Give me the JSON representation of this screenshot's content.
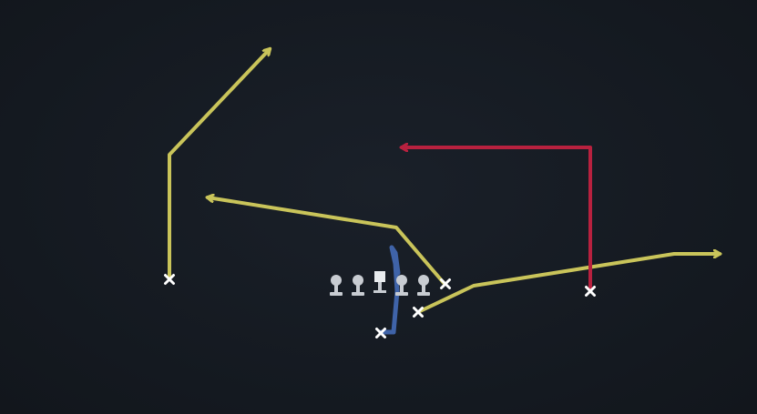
{
  "diagram": {
    "type": "football-play-diagram",
    "colors": {
      "background": "#151a21",
      "primary_route": "#c9c45a",
      "highlight_route": "#b8213f",
      "motion_route": "#3f63a8",
      "player_marker": "#ffffff",
      "lineman": "#c8ccd2"
    },
    "player_marker_icon": "x-mark-icon",
    "lineman_icon": "lineman-icon",
    "center_icon": "center-square-icon",
    "routes": [
      {
        "name": "wide-receiver-left-route",
        "color_key": "primary_route",
        "arrow": true
      },
      {
        "name": "slot-receiver-crossing-route",
        "color_key": "primary_route",
        "arrow": true
      },
      {
        "name": "tight-end-flat-route",
        "color_key": "primary_route",
        "arrow": true
      },
      {
        "name": "receiver-right-comeback-route",
        "color_key": "highlight_route",
        "arrow": true
      },
      {
        "name": "quarterback-motion-route",
        "color_key": "motion_route",
        "arrow": false
      }
    ],
    "players": [
      {
        "name": "wide-receiver-left"
      },
      {
        "name": "slot-receiver"
      },
      {
        "name": "tight-end"
      },
      {
        "name": "receiver-right"
      },
      {
        "name": "quarterback"
      }
    ],
    "offensive_line": [
      {
        "name": "left-tackle",
        "shape": "lineman"
      },
      {
        "name": "left-guard",
        "shape": "lineman"
      },
      {
        "name": "center",
        "shape": "center"
      },
      {
        "name": "right-guard",
        "shape": "lineman"
      },
      {
        "name": "right-tackle",
        "shape": "lineman"
      }
    ]
  }
}
